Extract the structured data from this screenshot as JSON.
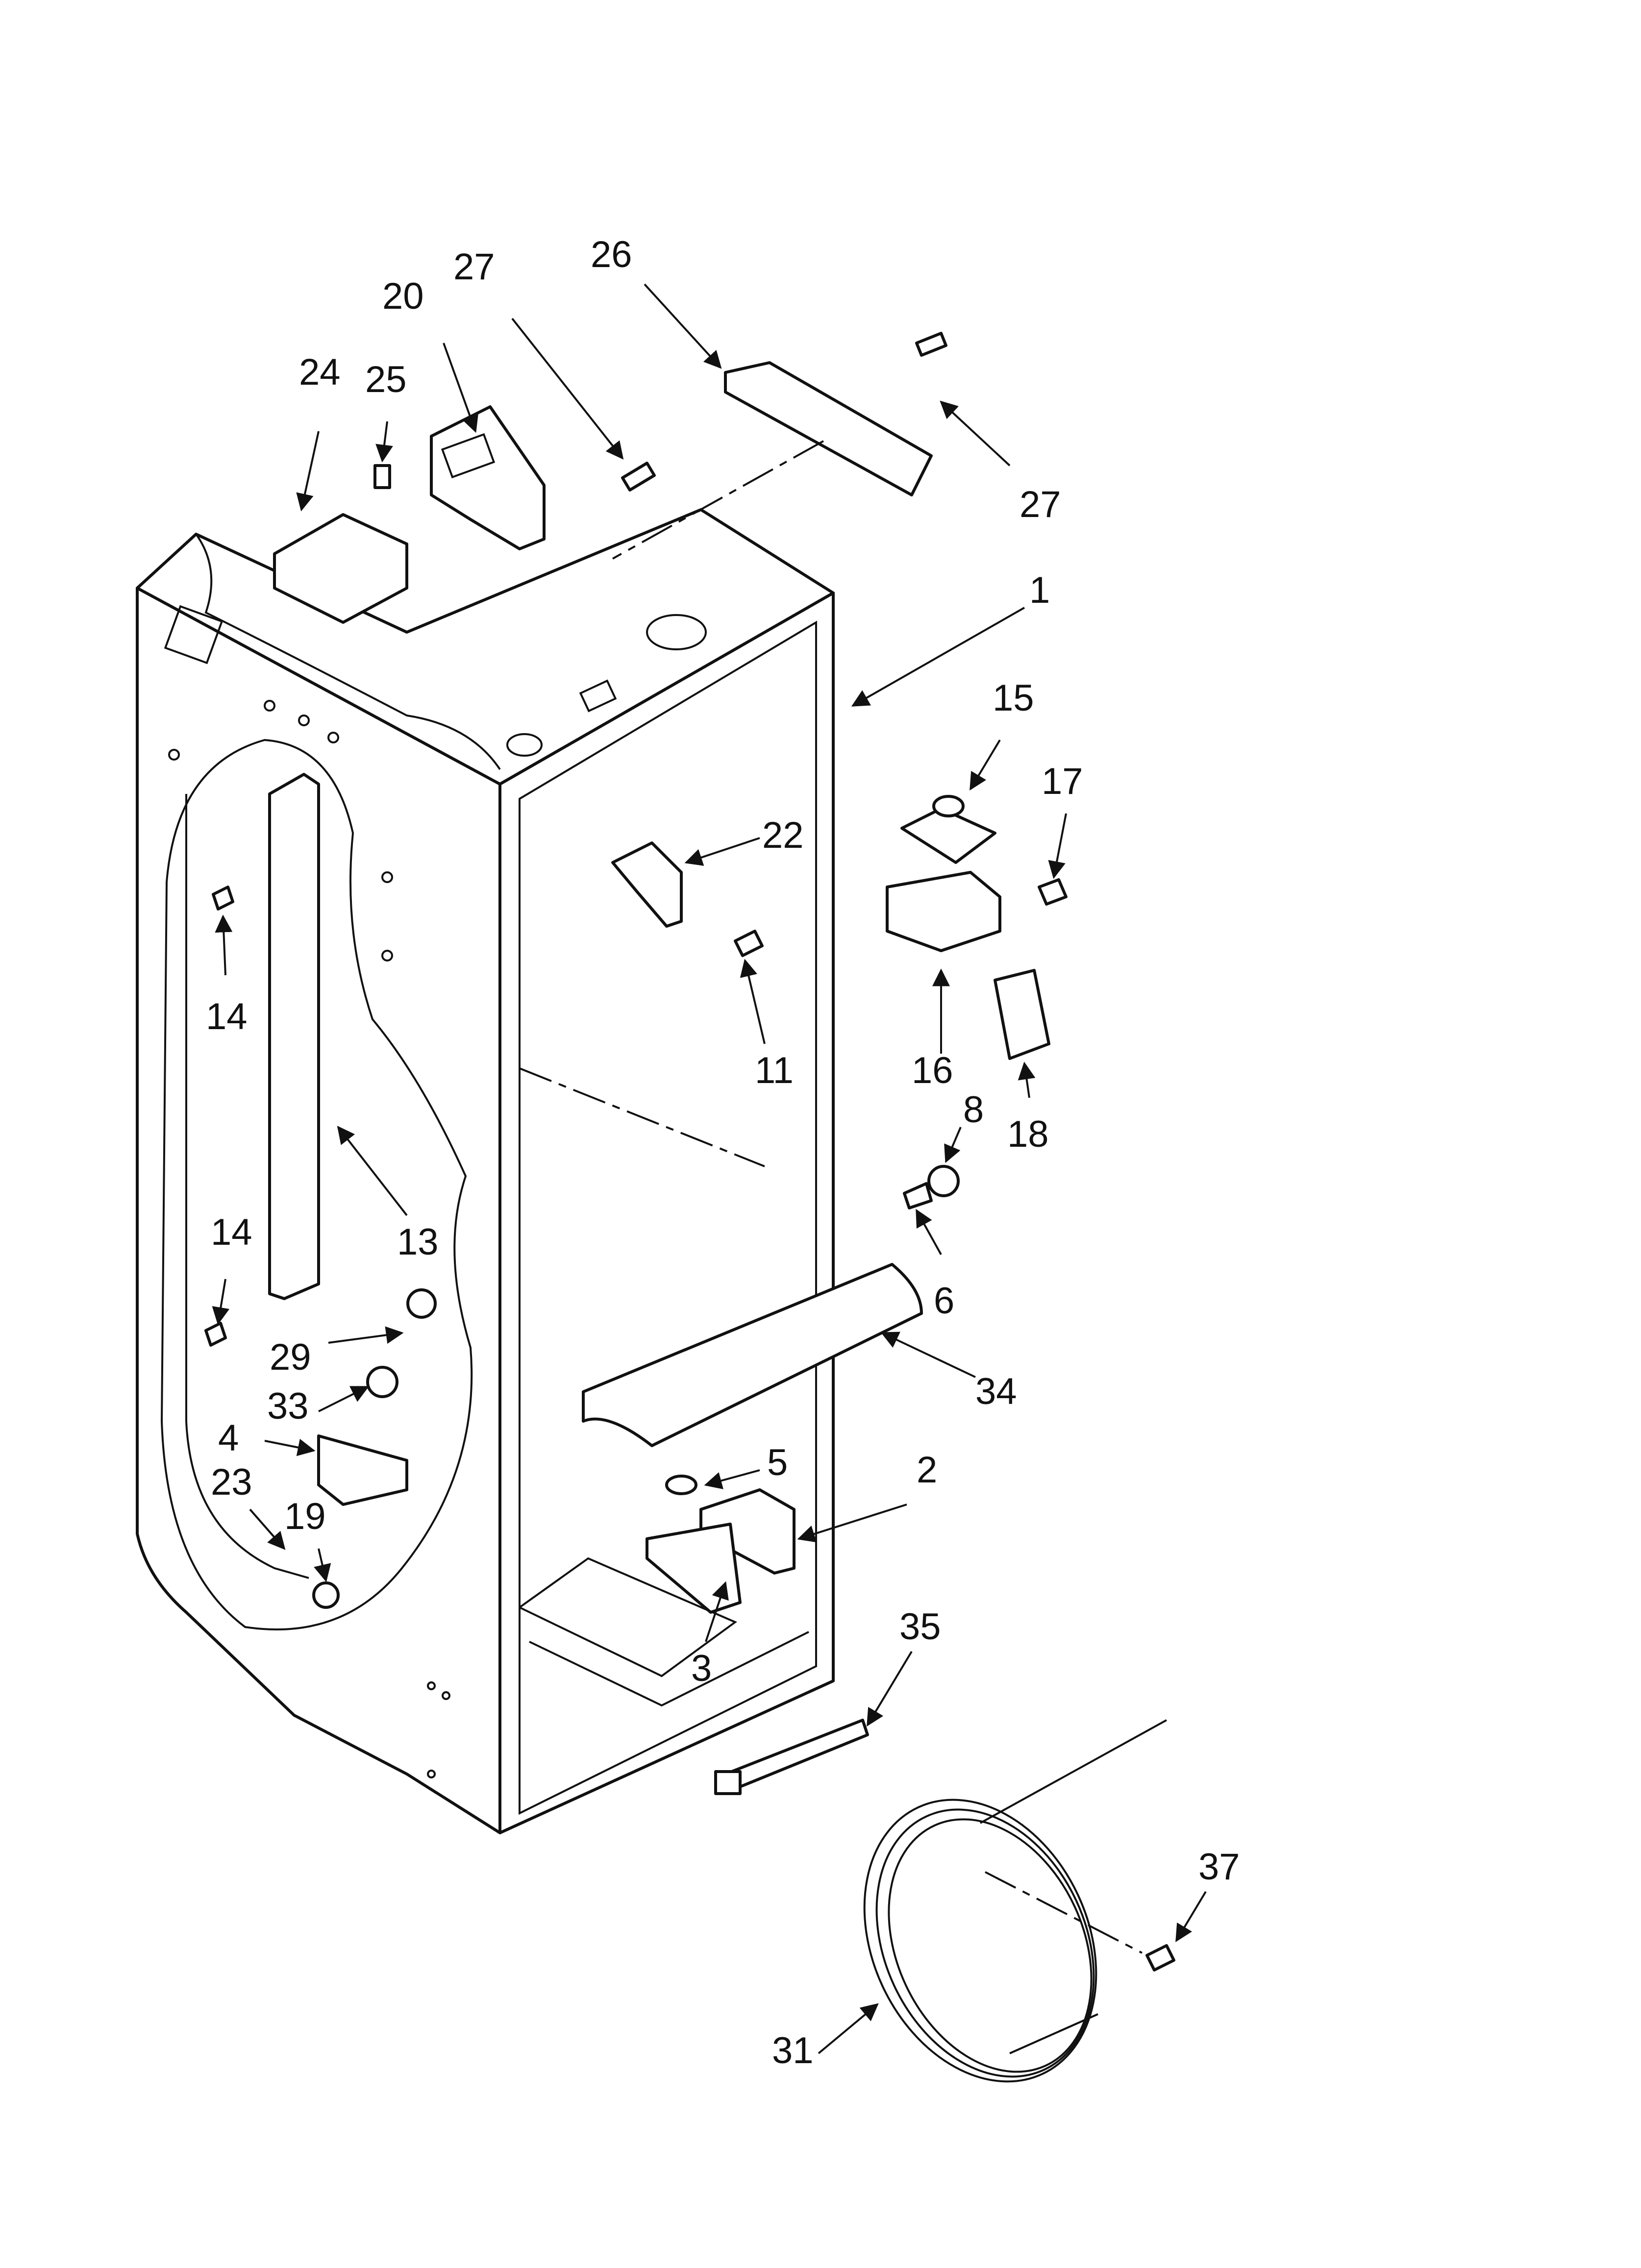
{
  "callouts": [
    {
      "label": "1"
    },
    {
      "label": "2"
    },
    {
      "label": "3"
    },
    {
      "label": "4"
    },
    {
      "label": "5"
    },
    {
      "label": "6"
    },
    {
      "label": "8"
    },
    {
      "label": "11"
    },
    {
      "label": "13"
    },
    {
      "label": "14"
    },
    {
      "label": "14"
    },
    {
      "label": "15"
    },
    {
      "label": "16"
    },
    {
      "label": "17"
    },
    {
      "label": "18"
    },
    {
      "label": "19"
    },
    {
      "label": "20"
    },
    {
      "label": "22"
    },
    {
      "label": "23"
    },
    {
      "label": "24"
    },
    {
      "label": "25"
    },
    {
      "label": "26"
    },
    {
      "label": "27"
    },
    {
      "label": "27"
    },
    {
      "label": "29"
    },
    {
      "label": "31"
    },
    {
      "label": "33"
    },
    {
      "label": "34"
    },
    {
      "label": "35"
    },
    {
      "label": "37"
    }
  ]
}
